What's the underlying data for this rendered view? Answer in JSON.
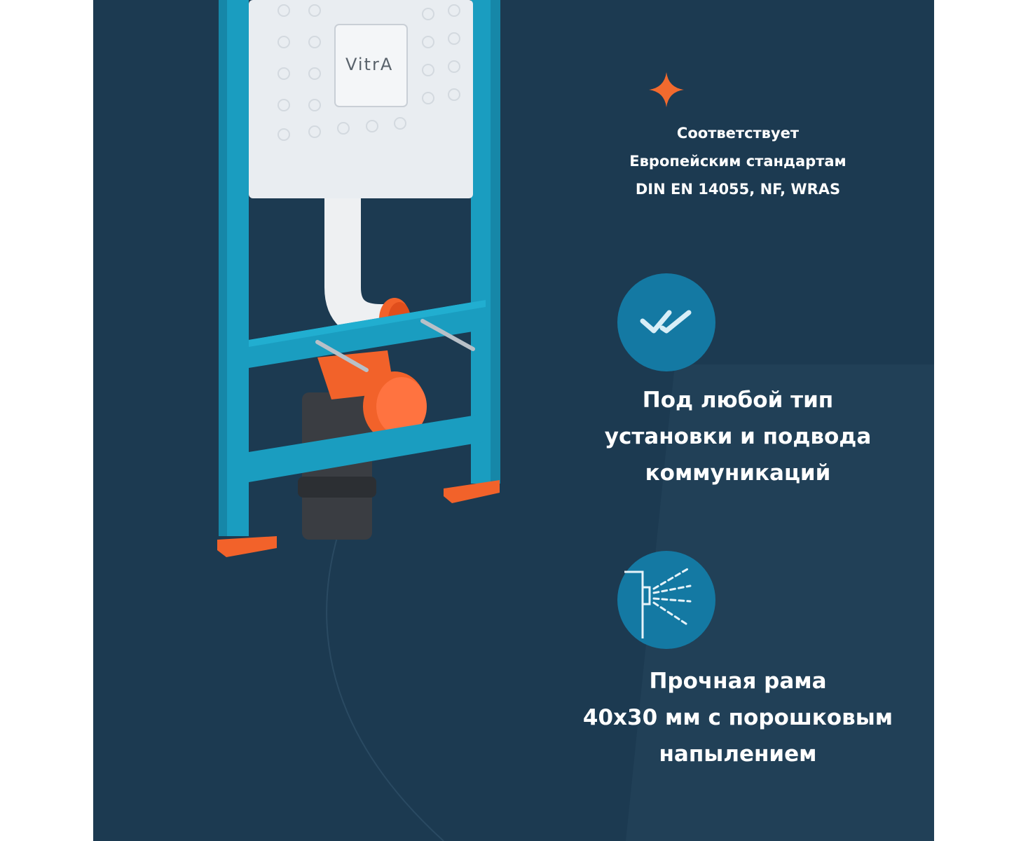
{
  "brand_logo": "VitrA",
  "features": [
    {
      "icon": "sparkle-icon",
      "lines": [
        "Соответствует",
        "Европейским стандартам",
        "DIN EN 14055, NF, WRAS"
      ]
    },
    {
      "icon": "double-check-icon",
      "lines": [
        "Под любой тип",
        "установки и подвода",
        "коммуникаций"
      ]
    },
    {
      "icon": "spray-coating-icon",
      "lines": [
        "Прочная рама",
        "40x30 мм с порошковым",
        "напылением"
      ]
    }
  ],
  "colors": {
    "background": "#1c3a51",
    "accent": "#f26a2e",
    "frame": "#1a9dc0",
    "icon_circle": "#1479a3"
  }
}
